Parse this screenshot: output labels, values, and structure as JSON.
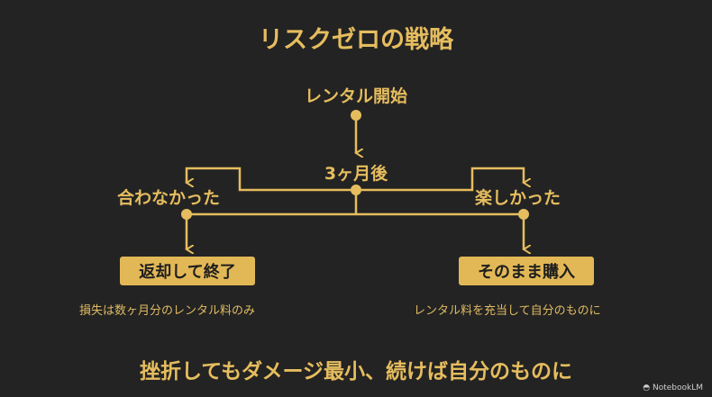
{
  "title": "リスクゼロの戦略",
  "start": "レンタル開始",
  "checkpoint": "3ヶ月後",
  "left_branch": {
    "label": "合わなかった",
    "action": "返却して終了",
    "note": "損失は数ヶ月分のレンタル料のみ"
  },
  "right_branch": {
    "label": "楽しかった",
    "action": "そのまま購入",
    "note": "レンタル料を充当して自分のものに"
  },
  "summary": "挫折してもダメージ最小、続けば自分のものに",
  "brand": "NotebookLM",
  "colors": {
    "background": "#232323",
    "accent": "#e6bd5e"
  }
}
